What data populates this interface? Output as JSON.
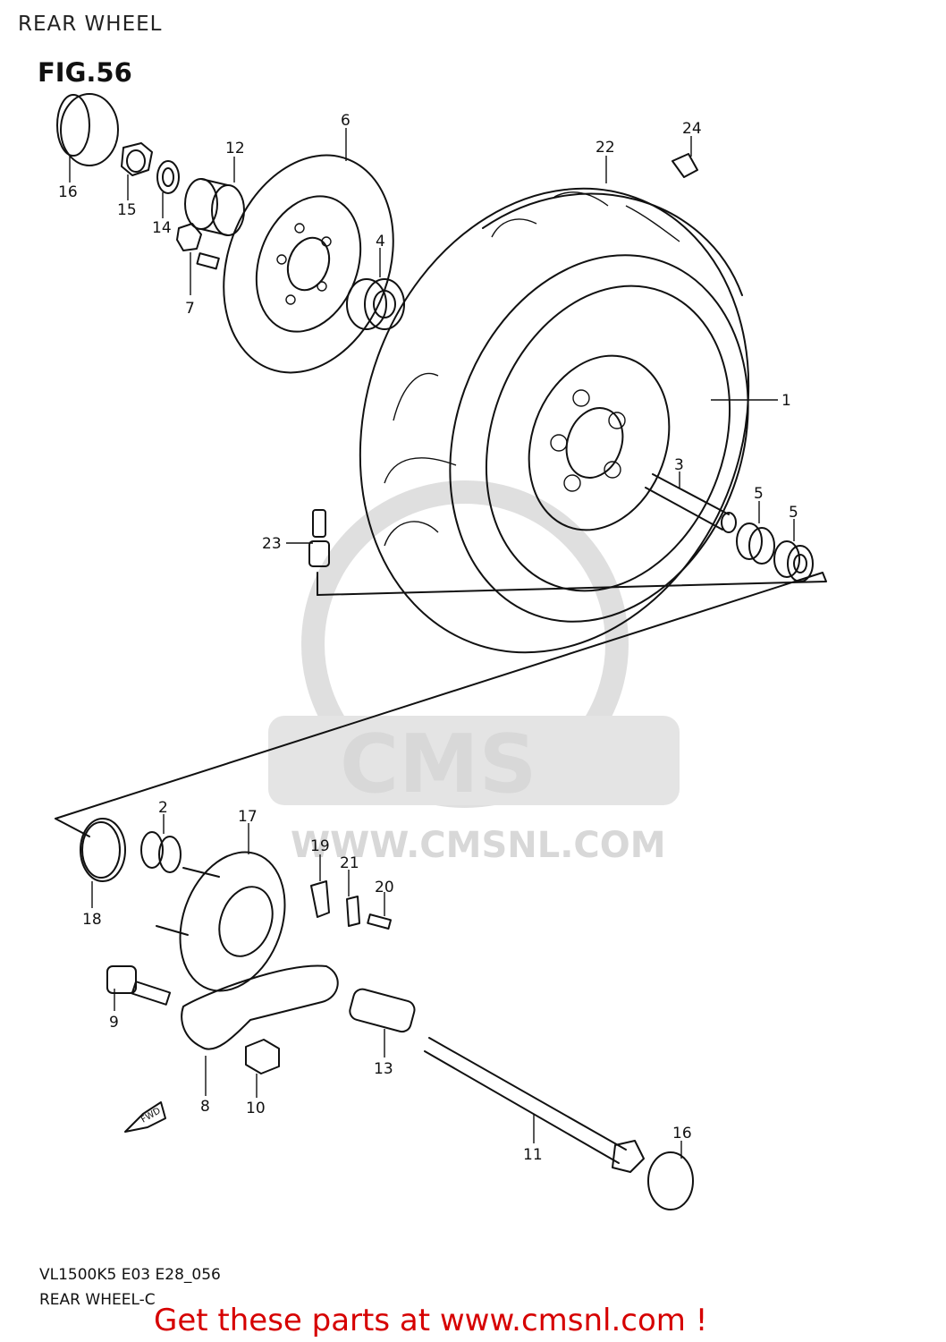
{
  "page_title": "REAR WHEEL",
  "figure_label": "FIG.56",
  "watermark": {
    "logo_text": "CMS",
    "url_text": "WWW.CMSNL.COM"
  },
  "callouts": [
    "1",
    "2",
    "3",
    "4",
    "5",
    "5",
    "6",
    "7",
    "8",
    "9",
    "10",
    "11",
    "12",
    "13",
    "14",
    "15",
    "16",
    "16",
    "17",
    "18",
    "19",
    "20",
    "21",
    "22",
    "23",
    "24"
  ],
  "fwd_label": "FWD",
  "footer": {
    "model_code": "VL1500K5 E03 E28_056",
    "caption": "REAR WHEEL-C",
    "cta": "Get these parts at www.cmsnl.com !"
  },
  "colors": {
    "cta": "#d60000",
    "line": "#111111",
    "watermark": "#d4d4d4"
  }
}
